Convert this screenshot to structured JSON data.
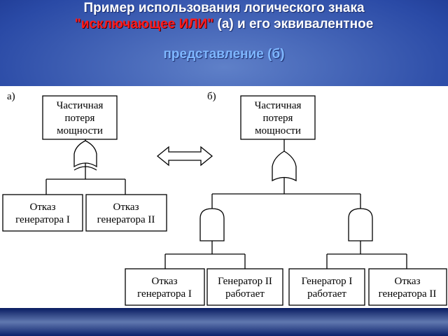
{
  "title": {
    "line1": "Пример использования логического знака",
    "line2_quoted": "\"исключающее ИЛИ\"",
    "line2_rest": " (а) и его эквивалентное",
    "line3": "представление (б)"
  },
  "diagram": {
    "panel_a_label": "а)",
    "panel_b_label": "б)",
    "top_event": [
      "Частичная",
      "потеря",
      "мощности"
    ],
    "gen1_fail": [
      "Отказ",
      "генератора I"
    ],
    "gen2_fail": [
      "Отказ",
      "генератора II"
    ],
    "gen2_works": [
      "Генератор II",
      "работает"
    ],
    "gen1_works": [
      "Генератор I",
      "работает"
    ]
  }
}
